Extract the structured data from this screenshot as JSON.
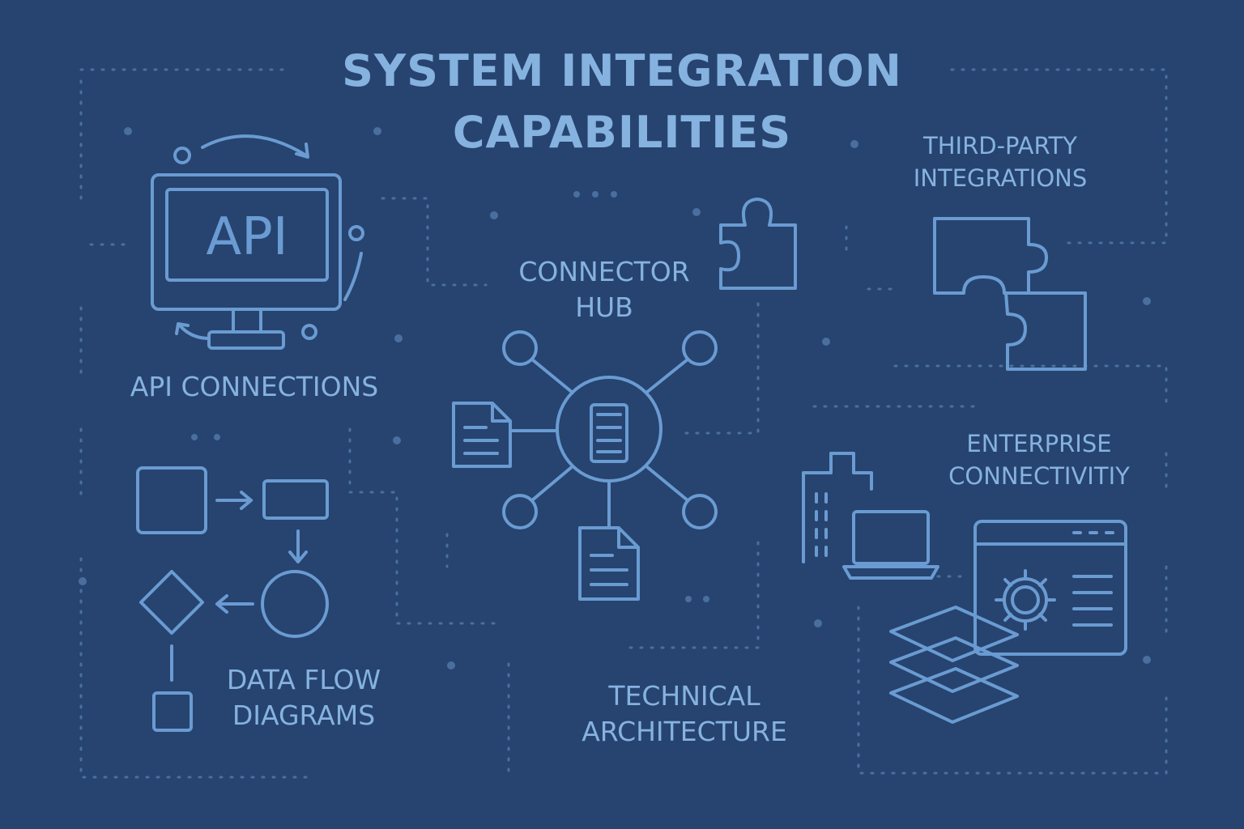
{
  "title": {
    "line1": "SYSTEM INTEGRATION",
    "line2": "CAPABILITIES"
  },
  "sections": {
    "api": {
      "screen_text": "API",
      "label": "API CONNECTIONS",
      "icon": "api-monitor-icon"
    },
    "connector_hub": {
      "line1": "CONNECTOR",
      "line2": "HUB",
      "icon": "hub-network-icon"
    },
    "third_party": {
      "line1": "THIRD-PARTY",
      "line2": "INTEGRATIONS",
      "icon": "puzzle-pieces-icon"
    },
    "data_flow": {
      "line1": "DATA FLOW",
      "line2": "DIAGRAMS",
      "icon": "flowchart-icon"
    },
    "technical": {
      "line1": "TECHNICAL",
      "line2": "ARCHITECTURE"
    },
    "enterprise": {
      "line1": "ENTERPRISE",
      "line2": "CONNECTIVITIY",
      "icon": "enterprise-icon"
    }
  },
  "colors": {
    "background": "#26446f",
    "line": "#6a9bd2",
    "text": "#86b2e0",
    "dotted": "#4a6f9f"
  }
}
